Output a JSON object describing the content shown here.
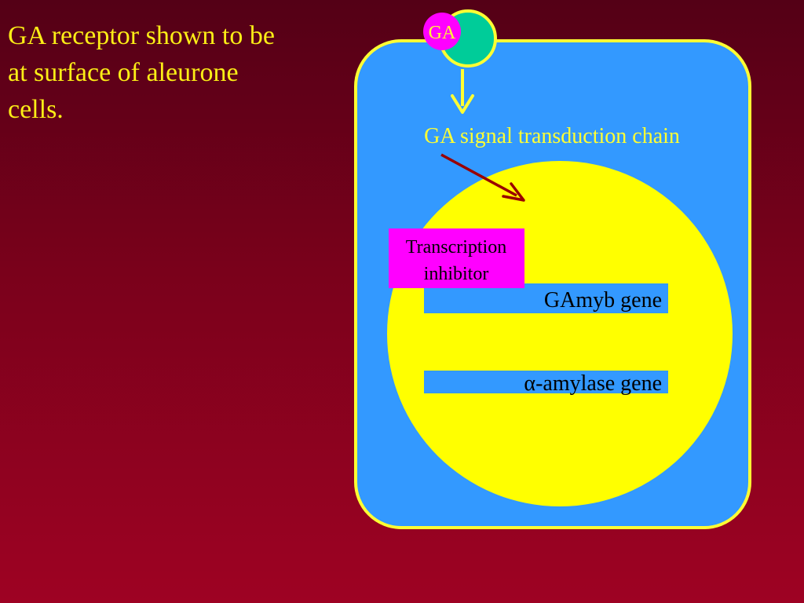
{
  "slide": {
    "body_lines": [
      "GA receptor shown to be",
      "at surface of aleurone",
      "cells."
    ]
  },
  "diagram": {
    "ga_label": "GA",
    "signal_chain_label": "GA signal transduction chain",
    "inhibitor_line1": "Transcription",
    "inhibitor_line2": "inhibitor",
    "gamyb_label": "GAmyb gene",
    "alpha_symbol": "α",
    "amylase_label": "-amylase gene"
  },
  "colors": {
    "background_top": "#540016",
    "background_bottom": "#9e0223",
    "text_yellow": "#fcee16",
    "cell_blue": "#3399ff",
    "cell_border": "#ffff33",
    "nucleus_yellow": "#ffff00",
    "ga_magenta": "#ff00ff",
    "receptor_green": "#00cc99",
    "arrow_dark_red": "#990000"
  }
}
